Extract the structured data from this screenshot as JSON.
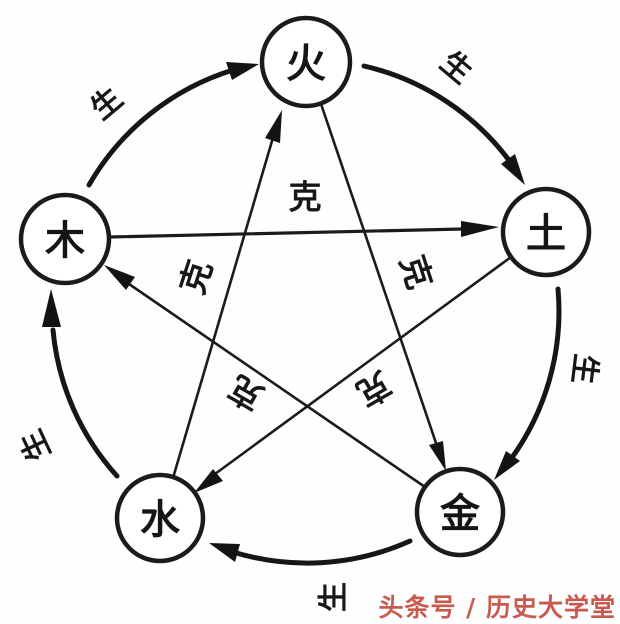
{
  "diagram": {
    "type": "wuxing-five-elements-cycle",
    "nodes": [
      {
        "id": "fire",
        "label": "火"
      },
      {
        "id": "earth",
        "label": "土"
      },
      {
        "id": "metal",
        "label": "金"
      },
      {
        "id": "water",
        "label": "水"
      },
      {
        "id": "wood",
        "label": "木"
      }
    ],
    "generating": {
      "arrows": [
        {
          "from": "wood",
          "to": "fire",
          "label": "生"
        },
        {
          "from": "fire",
          "to": "earth",
          "label": "生"
        },
        {
          "from": "earth",
          "to": "metal",
          "label": "生"
        },
        {
          "from": "metal",
          "to": "water",
          "label": "生"
        },
        {
          "from": "water",
          "to": "wood",
          "label": "生"
        }
      ]
    },
    "overcoming": {
      "arrows": [
        {
          "from": "wood",
          "to": "earth",
          "label": "克"
        },
        {
          "from": "water",
          "to": "fire",
          "label": "克"
        },
        {
          "from": "fire",
          "to": "metal",
          "label": "克"
        },
        {
          "from": "metal",
          "to": "wood",
          "label": "克"
        },
        {
          "from": "earth",
          "to": "water",
          "label": "克"
        }
      ]
    },
    "colors": {
      "ink": "#1b1b1b",
      "background": "#fefefe"
    }
  },
  "watermark": {
    "text": "头条号 / 历史大学堂",
    "color": "#c85a4e"
  }
}
